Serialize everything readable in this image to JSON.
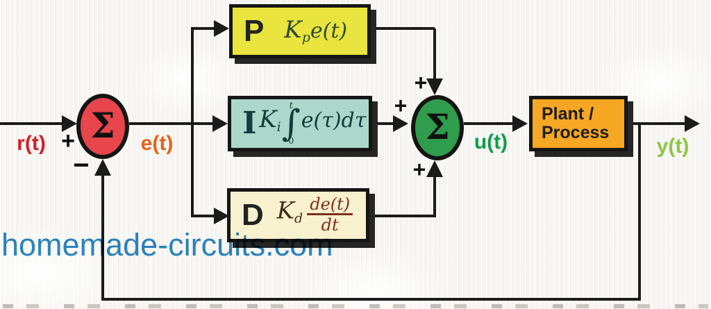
{
  "diagram": {
    "labels": {
      "input": "r(t)",
      "error": "e(t)",
      "control": "u(t)",
      "output": "y(t)"
    },
    "summing_junction_1": {
      "symbol": "Σ",
      "sign_input": "+",
      "sign_feedback": "−"
    },
    "summing_junction_2": {
      "symbol": "Σ",
      "sign_p": "+",
      "sign_i": "+",
      "sign_d": "+"
    },
    "blocks": {
      "proportional": {
        "letter": "P",
        "coeff": "K",
        "coeff_sub": "p",
        "expr": "e(t)"
      },
      "integral": {
        "letter": "I",
        "coeff": "K",
        "coeff_sub": "i",
        "int_sign": "∫",
        "upper_limit": "t",
        "lower_limit": "0",
        "expr": "e(τ)dτ"
      },
      "derivative": {
        "letter": "D",
        "coeff": "K",
        "coeff_sub": "d",
        "numerator": "de(t)",
        "denominator": "dt"
      },
      "plant": {
        "line1": "Plant /",
        "line2": "Process"
      }
    },
    "colors": {
      "sum1_fill": "#e8454d",
      "sum2_fill": "#2f9d4d",
      "p_fill": "#e9e43e",
      "i_fill": "#abd8ca",
      "d_fill": "#f8f1d0",
      "plant_fill": "#f6a724",
      "line": "#1b1b1b",
      "input_label": "#d02027",
      "error_label": "#e4621b",
      "control_label": "#0f9d4a",
      "output_label": "#8dc63f",
      "derivative_fraction": "#7a3020"
    }
  },
  "watermark": {
    "text": "homemade-circuits.com",
    "color": "#2b85c4"
  }
}
